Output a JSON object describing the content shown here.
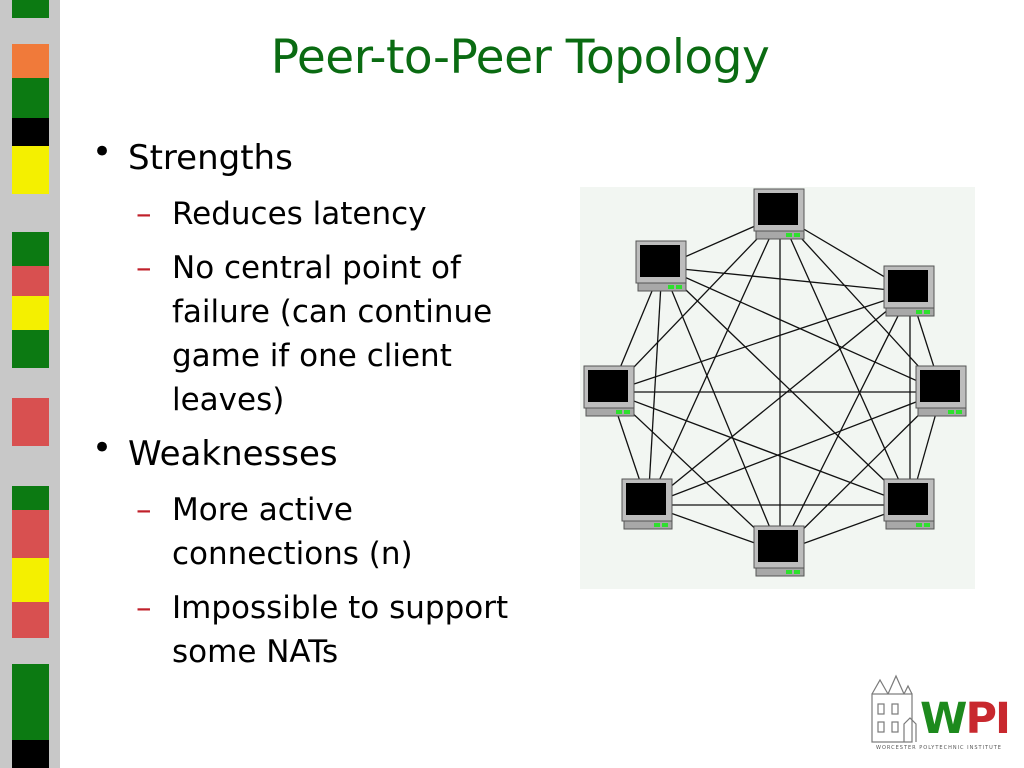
{
  "slide": {
    "title": "Peer-to-Peer Topology",
    "bullets": [
      {
        "label": "Strengths",
        "subitems": [
          [
            "Reduces latency"
          ],
          [
            "No central point of",
            "failure (can continue",
            "game if one client",
            "leaves)"
          ]
        ]
      },
      {
        "label": "Weaknesses",
        "subitems": [
          [
            "More active",
            "connections (n)"
          ],
          [
            "Impossible to support",
            "some NATs"
          ]
        ]
      }
    ],
    "bullet_glyph": "•",
    "dash_glyph": "–"
  },
  "logo": {
    "text_w": "W",
    "text_pi": "PI",
    "subtitle": "WORCESTER POLYTECHNIC INSTITUTE"
  },
  "colors": {
    "title": "#0a6b12",
    "dash": "#c0202a",
    "stripe_bg": "#c8c8c8",
    "diagram_bg": "#f2f6f2"
  },
  "diagram": {
    "description_icon": "computer-icon",
    "node_count": 8
  }
}
